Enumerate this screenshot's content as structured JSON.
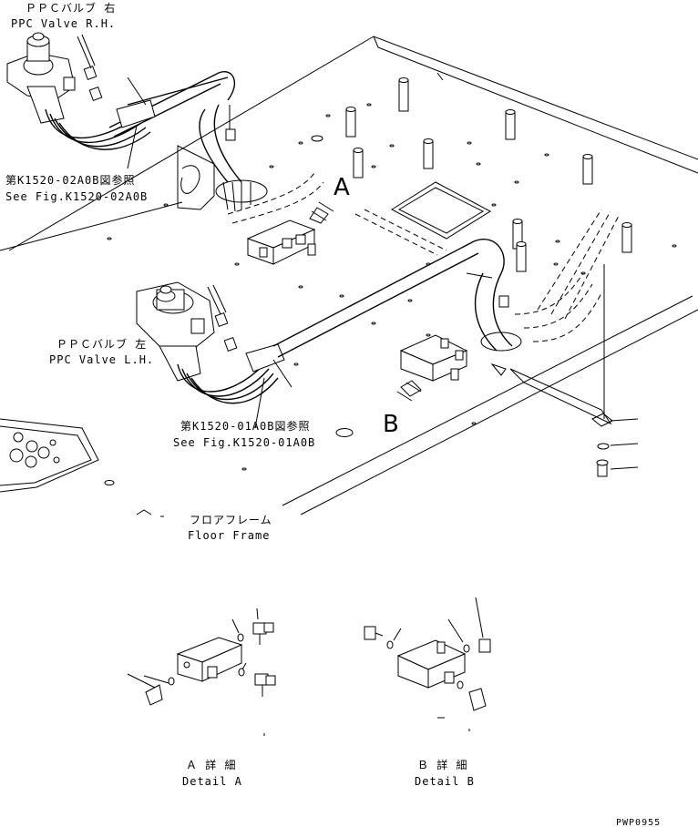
{
  "labels": {
    "ppc_rh_jp": "ＰＰＣバルブ 右",
    "ppc_rh_en": "PPC Valve R.H.",
    "ref_02_jp": "第K1520-02A0B図参照",
    "ref_02_en": "See Fig.K1520-02A0B",
    "ppc_lh_jp": "ＰＰＣバルブ 左",
    "ppc_lh_en": "PPC Valve L.H.",
    "ref_01_jp": "第K1520-01A0B図参照",
    "ref_01_en": "See Fig.K1520-01A0B",
    "floor_jp": "フロアフレーム",
    "floor_en": "Floor Frame",
    "marker_a": "A",
    "marker_b": "B",
    "detail_a_jp": "Ａ 詳 細",
    "detail_a_en": "Detail A",
    "detail_b_jp": "Ｂ 詳 細",
    "detail_b_en": "Detail B",
    "drawing_code": "PWP0955"
  }
}
